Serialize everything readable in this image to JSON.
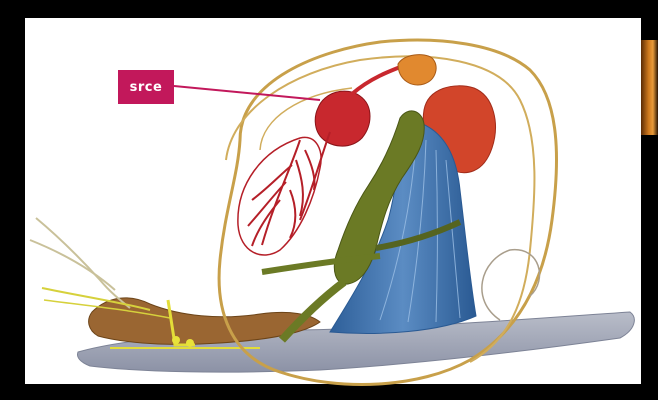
{
  "diagram": {
    "labels": [
      {
        "id": "heart",
        "text": "srce",
        "color": "#c2185b"
      }
    ],
    "colors": {
      "background": "#000000",
      "panel": "#ffffff",
      "label_box": "#c2185b",
      "leader_line": "#c2185b",
      "shell_outline": "#c8a04a",
      "nerve": "#d6d13c",
      "heart": "#c8282e",
      "lung": "#b51f28",
      "gland": "#d2452a",
      "intestine": "#6b7a25",
      "digestive_gland": "#3d6fa8",
      "foot": "#9ea4b6",
      "muscle": "#9a6632"
    },
    "icons": [
      "snail-anatomy-illustration"
    ]
  }
}
